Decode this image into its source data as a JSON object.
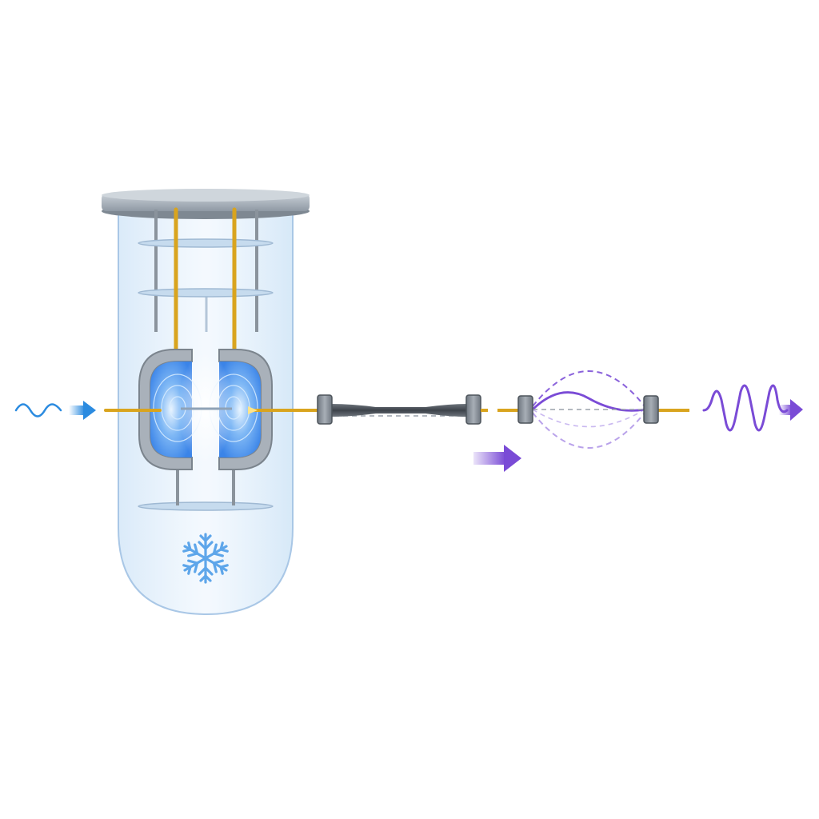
{
  "diagram": {
    "components": [
      {
        "id": "input-signal",
        "icon": "wave-input-icon"
      },
      {
        "id": "cryostat",
        "icon": "cryostat-icon"
      },
      {
        "id": "cold-stage-icon",
        "icon": "snowflake-icon"
      },
      {
        "id": "coupling-cavity",
        "icon": "cavity-icon"
      },
      {
        "id": "tapered-waveguide",
        "icon": "waveguide-taper-icon"
      },
      {
        "id": "resonator-mode",
        "icon": "resonator-mode-icon"
      },
      {
        "id": "output-signal",
        "icon": "wave-output-icon"
      }
    ]
  },
  "colors": {
    "input_wave": "#2b8be0",
    "output_wave": "#7a4bd6",
    "gold_wire": "#d9a41e",
    "cavity_blue": "#4a95ee",
    "cryostat_glass": "#e7f1fb",
    "metal_gray": "#9aa3ad"
  }
}
